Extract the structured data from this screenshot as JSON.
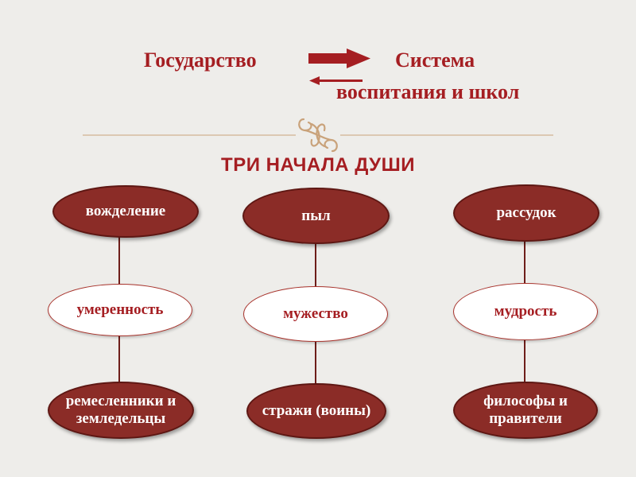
{
  "header": {
    "state": "Государство",
    "system_line1": "Система",
    "system_line2": "воспитания и школ"
  },
  "colors": {
    "accent_red": "#a51e22",
    "node_dark": "#8b2c27",
    "divider": "#c9a27a"
  },
  "divider_icon": "ornament-icon",
  "heading": "ТРИ  НАЧАЛА  ДУШИ",
  "columns": [
    {
      "part": "вожделение",
      "virtue": "умеренность",
      "class_line1": "ремесленники и",
      "class_line2": "земледельцы"
    },
    {
      "part": "пыл",
      "virtue": "мужество",
      "class_line1": "стражи (воины)",
      "class_line2": ""
    },
    {
      "part": "рассудок",
      "virtue": "мудрость",
      "class_line1": "философы и",
      "class_line2": "правители"
    }
  ]
}
